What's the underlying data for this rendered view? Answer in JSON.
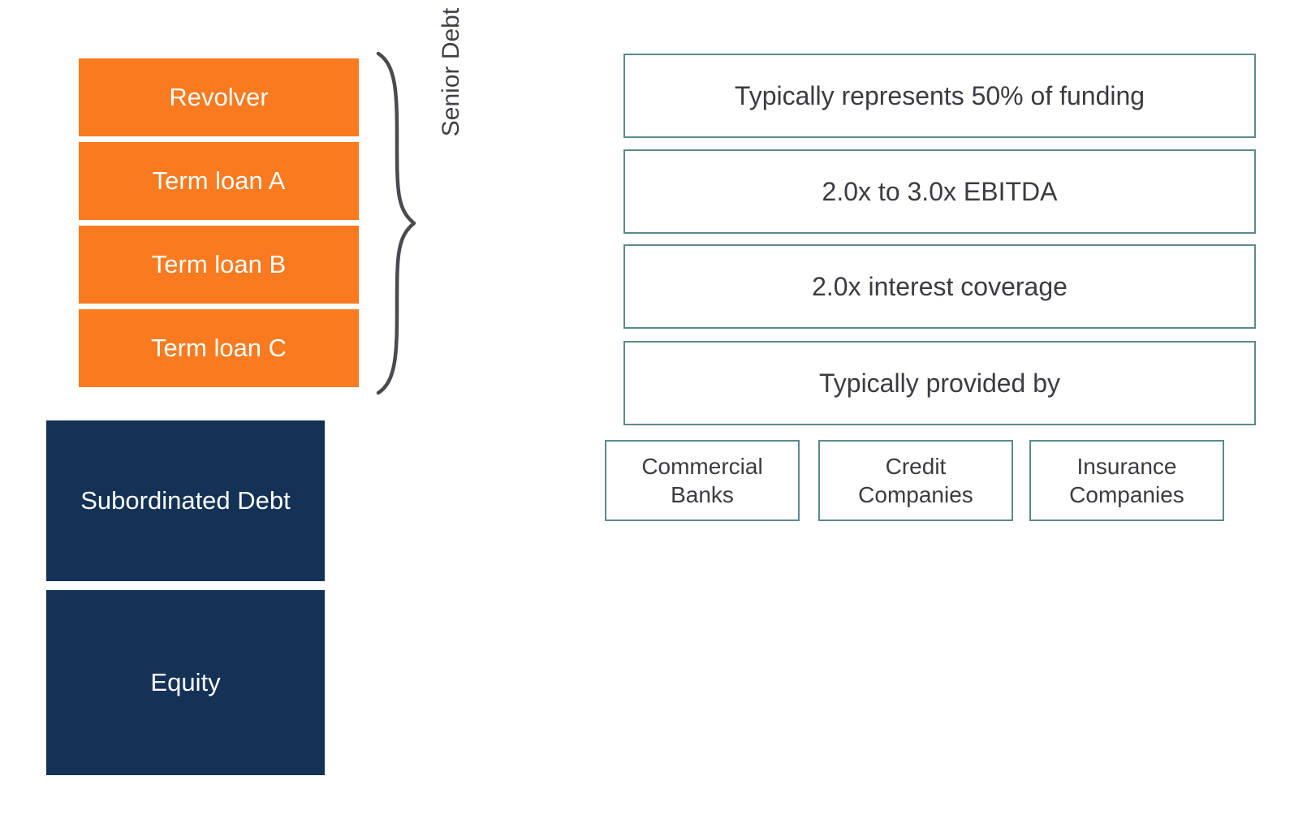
{
  "colors": {
    "senior_fill": "#f97a1f",
    "subordinated_fill": "#143156",
    "fact_border": "#5b8a8c",
    "text_dark": "#3b3b42",
    "background": "#ffffff"
  },
  "capital_stack": {
    "senior_group_label": "Senior Debt",
    "senior_tranches": [
      {
        "label": "Revolver"
      },
      {
        "label": "Term loan A"
      },
      {
        "label": "Term loan B"
      },
      {
        "label": "Term loan C"
      }
    ],
    "junior_tranches": [
      {
        "label": "Subordinated Debt"
      },
      {
        "label": "Equity"
      }
    ]
  },
  "senior_debt_facts": [
    {
      "text": "Typically represents 50% of funding"
    },
    {
      "text": "2.0x to 3.0x EBITDA"
    },
    {
      "text": "2.0x interest coverage"
    },
    {
      "text": "Typically provided by"
    }
  ],
  "providers": [
    {
      "text": "Commercial Banks"
    },
    {
      "text": "Credit Companies"
    },
    {
      "text": "Insurance Companies"
    }
  ]
}
